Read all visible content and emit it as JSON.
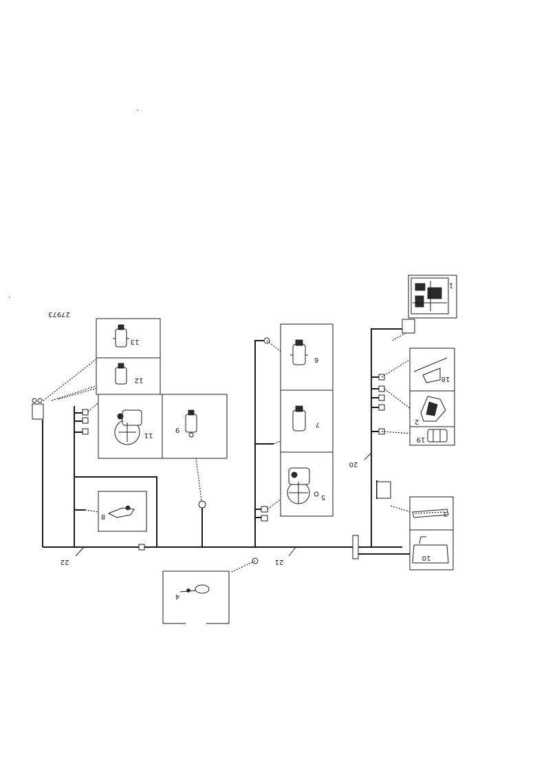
{
  "figure_id": "27973",
  "callouts": [
    {
      "id": "c1",
      "text": "1"
    },
    {
      "id": "c2",
      "text": "2"
    },
    {
      "id": "c3",
      "text": "3"
    },
    {
      "id": "c4",
      "text": "4"
    },
    {
      "id": "c5",
      "text": "5"
    },
    {
      "id": "c6",
      "text": "6"
    },
    {
      "id": "c7",
      "text": "7"
    },
    {
      "id": "c8",
      "text": "8"
    },
    {
      "id": "c9",
      "text": "9"
    },
    {
      "id": "c10",
      "text": "10"
    },
    {
      "id": "c11",
      "text": "11"
    },
    {
      "id": "c12",
      "text": "12"
    },
    {
      "id": "c13",
      "text": "13"
    },
    {
      "id": "c18",
      "text": "18"
    },
    {
      "id": "c19",
      "text": "19"
    },
    {
      "id": "c20",
      "text": "20"
    },
    {
      "id": "c21",
      "text": "21"
    },
    {
      "id": "c22",
      "text": "22"
    }
  ]
}
